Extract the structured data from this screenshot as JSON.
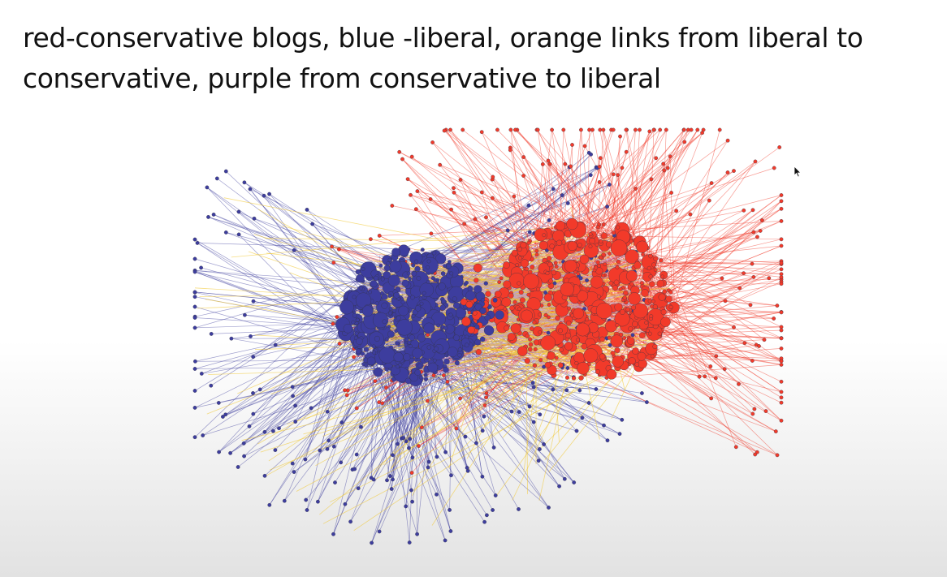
{
  "slide": {
    "caption": "red-conservative blogs, blue -liberal, orange links from liberal to conservative, purple from conservative to liberal"
  },
  "colors": {
    "liberal": "#3d3d9e",
    "conservative": "#f23a2a",
    "liberal_to_conservative_link": "#f2c830",
    "conservative_to_liberal_link": "#b9a3d8",
    "node_outline": "#333344",
    "background_bottom": "#e2e2e2"
  },
  "network": {
    "clusters": [
      {
        "name": "liberal",
        "color_key": "liberal"
      },
      {
        "name": "conservative",
        "color_key": "conservative"
      }
    ],
    "link_types": [
      {
        "from": "liberal",
        "to": "conservative",
        "color_key": "liberal_to_conservative_link"
      },
      {
        "from": "conservative",
        "to": "liberal",
        "color_key": "conservative_to_liberal_link"
      }
    ]
  },
  "icons": {
    "cursor": "mouse-pointer-icon"
  }
}
